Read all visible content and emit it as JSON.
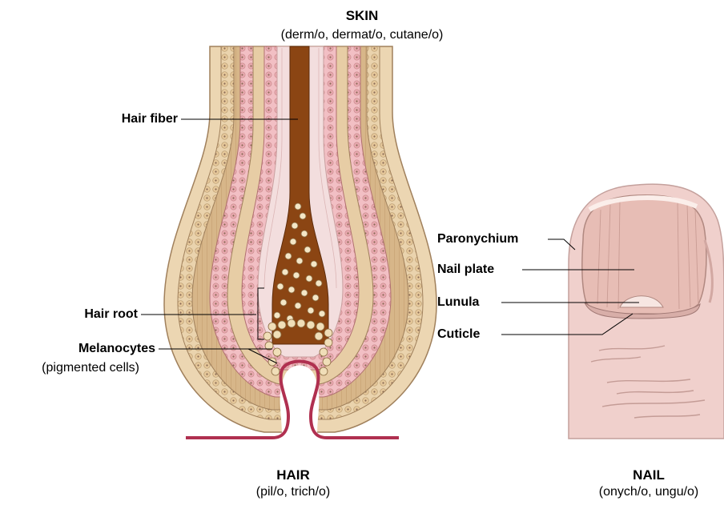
{
  "skin": {
    "title": "SKIN",
    "roots": "(derm/o, dermat/o, cutane/o)"
  },
  "hair": {
    "title": "HAIR",
    "roots": "(pil/o, trich/o)",
    "labels": {
      "hair_fiber": "Hair fiber",
      "hair_root": "Hair root",
      "melanocytes": "Melanocytes",
      "melanocytes_note": "(pigmented cells)"
    }
  },
  "nail": {
    "title": "NAIL",
    "roots": "(onych/o, ungu/o)",
    "labels": {
      "paronychium": "Paronychium",
      "nail_plate": "Nail plate",
      "lunula": "Lunula",
      "cuticle": "Cuticle"
    }
  },
  "colors": {
    "skin_tan": "#e8cfa9",
    "outer_sheath": "#d9b98b",
    "cell_pink": "#f2bfc4",
    "inner_pink": "#f3dede",
    "hair_brown": "#8b4513",
    "papilla_red": "#b03050",
    "nail_pink": "#f0d0cc"
  }
}
